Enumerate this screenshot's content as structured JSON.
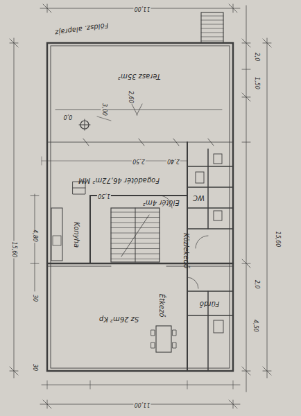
{
  "diagram": {
    "nodes": [
      {
        "text": [
          "Terasz 35m²"
        ]
      },
      {
        "text": [
          "Fogadótér 46,72m² MM"
        ]
      },
      {
        "text": [
          "Konyha"
        ]
      },
      {
        "text": [
          "Előtér 4m²"
        ]
      },
      {
        "text": [
          "Közlekedő"
        ]
      },
      {
        "text": [
          "WC"
        ]
      },
      {
        "text": [
          "Sz 26m² Kp"
        ]
      },
      {
        "text": [
          "Étkező"
        ]
      },
      {
        "text": [
          "Fürdő"
        ]
      }
    ],
    "labels": [
      "Földsz. alaprajz",
      "11,00",
      "11,00",
      "15,60",
      "15,60",
      "4,80",
      "2,0",
      "1,50",
      "2,0",
      "4,50",
      "3,00",
      "2,60",
      "2,50",
      "2,40",
      "1,50",
      "0,0",
      "30",
      "30"
    ]
  }
}
